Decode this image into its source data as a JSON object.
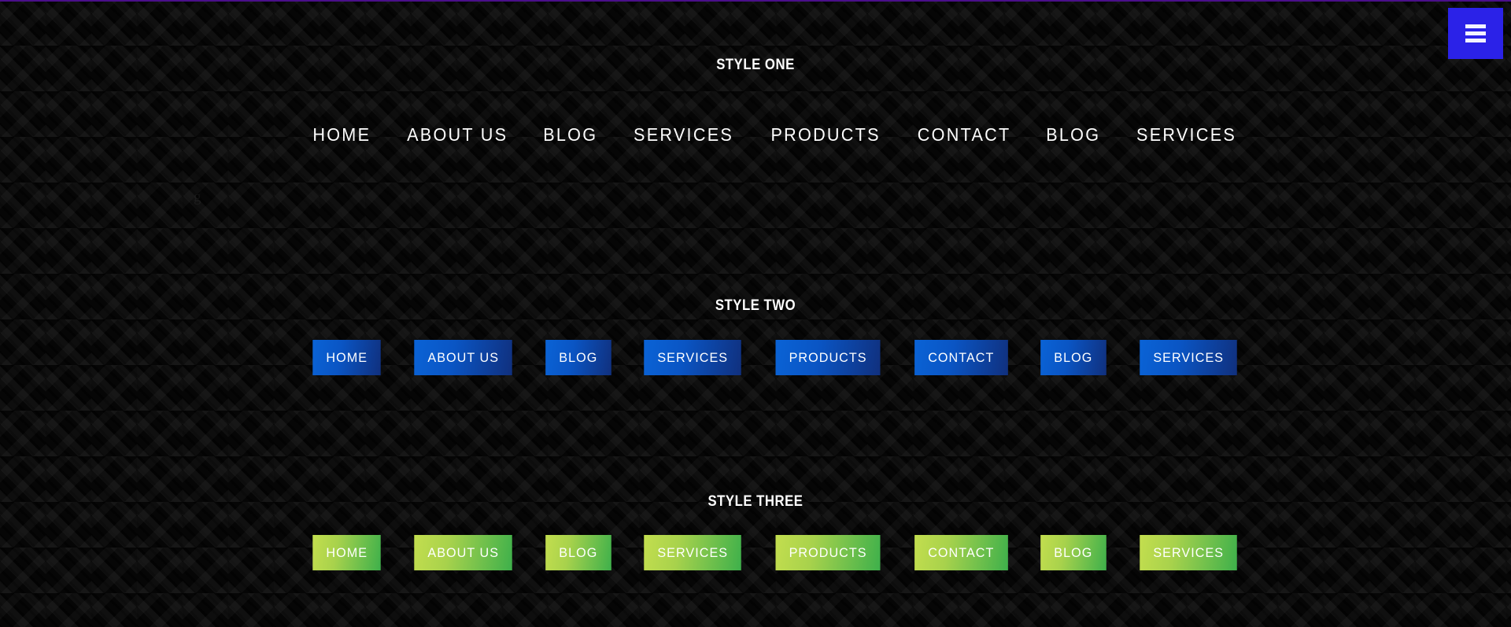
{
  "theme": {
    "background_color": "#060606",
    "top_rule_color": "#4a0f8a",
    "menu_button_color": "#2b22e8",
    "text_color": "#ffffff",
    "style_two_gradient_from": "#0a63d6",
    "style_two_gradient_to": "#10307e",
    "style_three_gradient_from": "#c3de4e",
    "style_three_gradient_to": "#3eb04b"
  },
  "menu_toggle": {
    "icon": "hamburger-icon",
    "label": "Menu"
  },
  "artifact": {
    "glyph": "g"
  },
  "sections": [
    {
      "id": "style-one",
      "title": "STYLE ONE",
      "items": [
        {
          "label": "HOME"
        },
        {
          "label": "ABOUT US"
        },
        {
          "label": "BLOG"
        },
        {
          "label": "SERVICES"
        },
        {
          "label": "PRODUCTS"
        },
        {
          "label": "CONTACT"
        },
        {
          "label": "BLOG"
        },
        {
          "label": "SERVICES"
        }
      ]
    },
    {
      "id": "style-two",
      "title": "STYLE TWO",
      "items": [
        {
          "label": "HOME"
        },
        {
          "label": "ABOUT US"
        },
        {
          "label": "BLOG"
        },
        {
          "label": "SERVICES"
        },
        {
          "label": "PRODUCTS"
        },
        {
          "label": "CONTACT"
        },
        {
          "label": "BLOG"
        },
        {
          "label": "SERVICES"
        }
      ]
    },
    {
      "id": "style-three",
      "title": "STYLE THREE",
      "items": [
        {
          "label": "HOME"
        },
        {
          "label": "ABOUT US"
        },
        {
          "label": "BLOG"
        },
        {
          "label": "SERVICES"
        },
        {
          "label": "PRODUCTS"
        },
        {
          "label": "CONTACT"
        },
        {
          "label": "BLOG"
        },
        {
          "label": "SERVICES"
        }
      ]
    }
  ]
}
